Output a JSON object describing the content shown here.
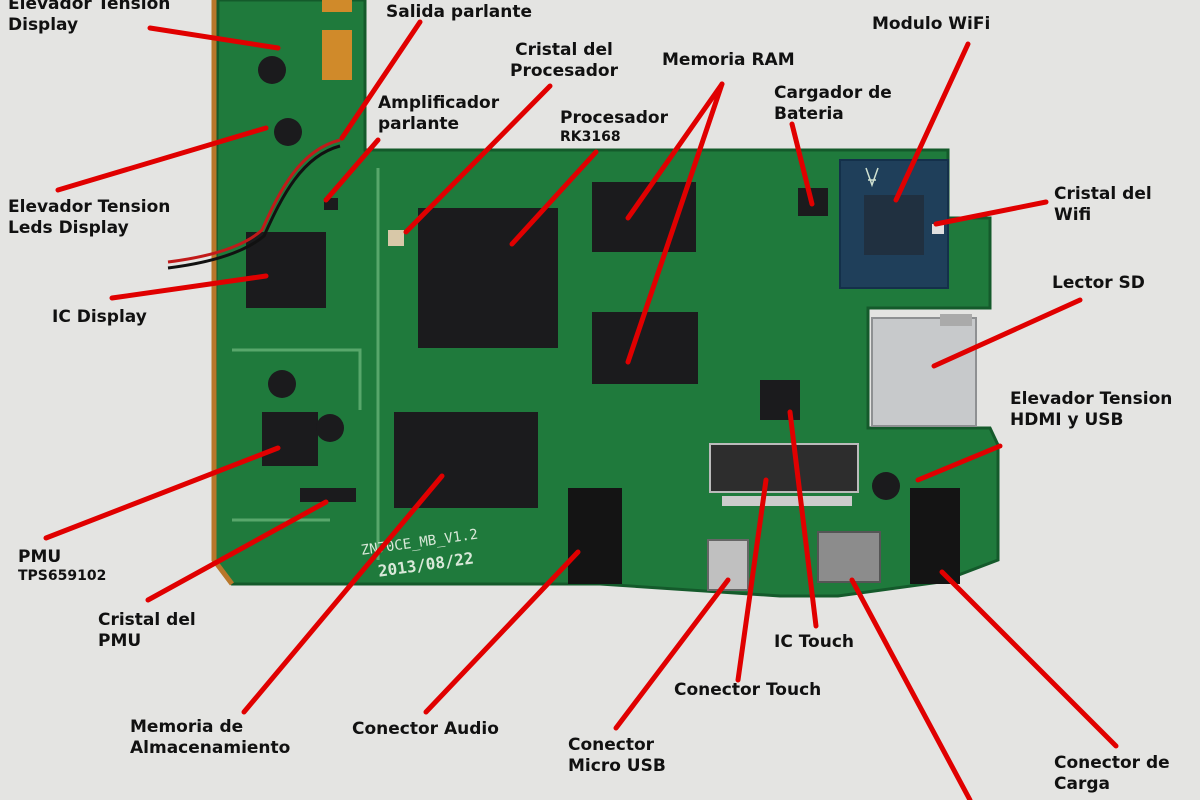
{
  "labels": {
    "elevador_display": [
      "Elevador Tension",
      "Display"
    ],
    "salida_parlante": [
      "Salida parlante"
    ],
    "cristal_procesador": [
      "Cristal del",
      "Procesador"
    ],
    "memoria_ram": [
      "Memoria RAM"
    ],
    "modulo_wifi": [
      "Modulo WiFi"
    ],
    "amplificador": [
      "Amplificador",
      "parlante"
    ],
    "procesador": [
      "Procesador"
    ],
    "procesador_model": "RK3168",
    "cargador": [
      "Cargador de",
      "Bateria"
    ],
    "elevador_leds": [
      "Elevador Tension",
      "Leds Display"
    ],
    "cristal_wifi": [
      "Cristal del",
      "Wifi"
    ],
    "lector_sd": [
      "Lector SD"
    ],
    "ic_display": [
      "IC Display"
    ],
    "elevador_hdmi": [
      "Elevador Tension",
      "HDMI y USB"
    ],
    "pmu": [
      "PMU"
    ],
    "pmu_model": "TPS659102",
    "cristal_pmu": [
      "Cristal del",
      "PMU"
    ],
    "ic_touch": [
      "IC Touch"
    ],
    "conector_touch": [
      "Conector Touch"
    ],
    "memoria_almacenamiento": [
      "Memoria de",
      "Almacenamiento"
    ],
    "conector_audio": [
      "Conector Audio"
    ],
    "conector_usb": [
      "Conector",
      "Micro USB"
    ],
    "conector_carga": [
      "Conector de",
      "Carga"
    ]
  },
  "board_silkscreen": [
    "ZN70CE_MB_V1.2",
    "2013/08/22"
  ],
  "colors": {
    "background": "#e4e4e2",
    "pcb": "#1f7a3c",
    "chip": "#1b1b1d",
    "leader_line": "#e00000",
    "label_text": "#111111"
  }
}
